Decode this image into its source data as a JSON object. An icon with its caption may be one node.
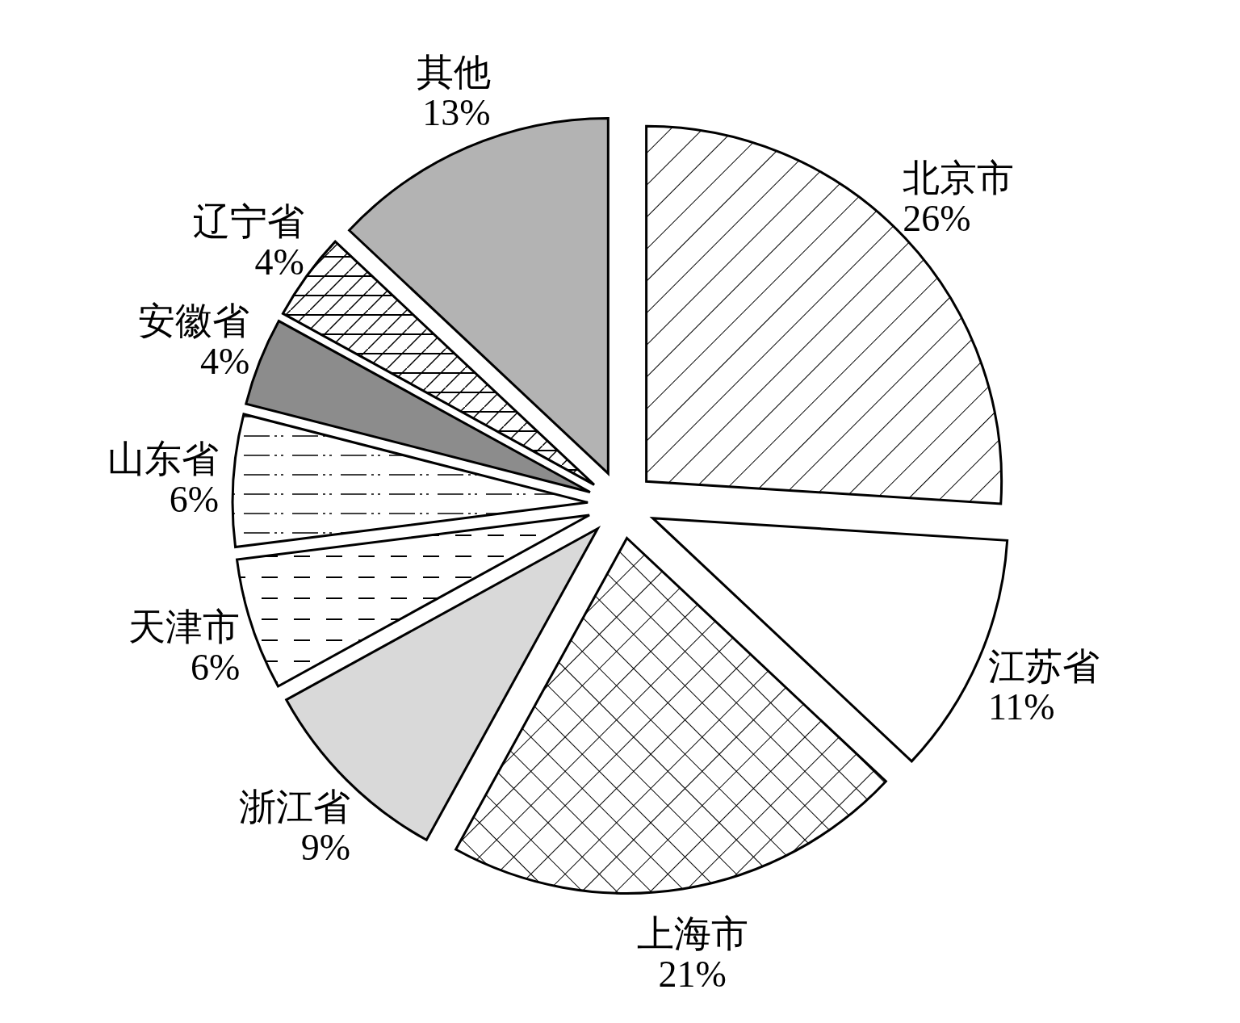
{
  "diagram": {
    "chart_data": {
      "type": "pie",
      "categories": [
        "北京市",
        "江苏省",
        "上海市",
        "浙江省",
        "天津市",
        "山东省",
        "安徽省",
        "辽宁省",
        "其他"
      ],
      "values": [
        26,
        11,
        21,
        9,
        6,
        6,
        4,
        4,
        13
      ],
      "value_labels": [
        "26%",
        "11%",
        "21%",
        "9%",
        "6%",
        "6%",
        "4%",
        "4%",
        "13%"
      ],
      "data_labels": true
    }
  }
}
